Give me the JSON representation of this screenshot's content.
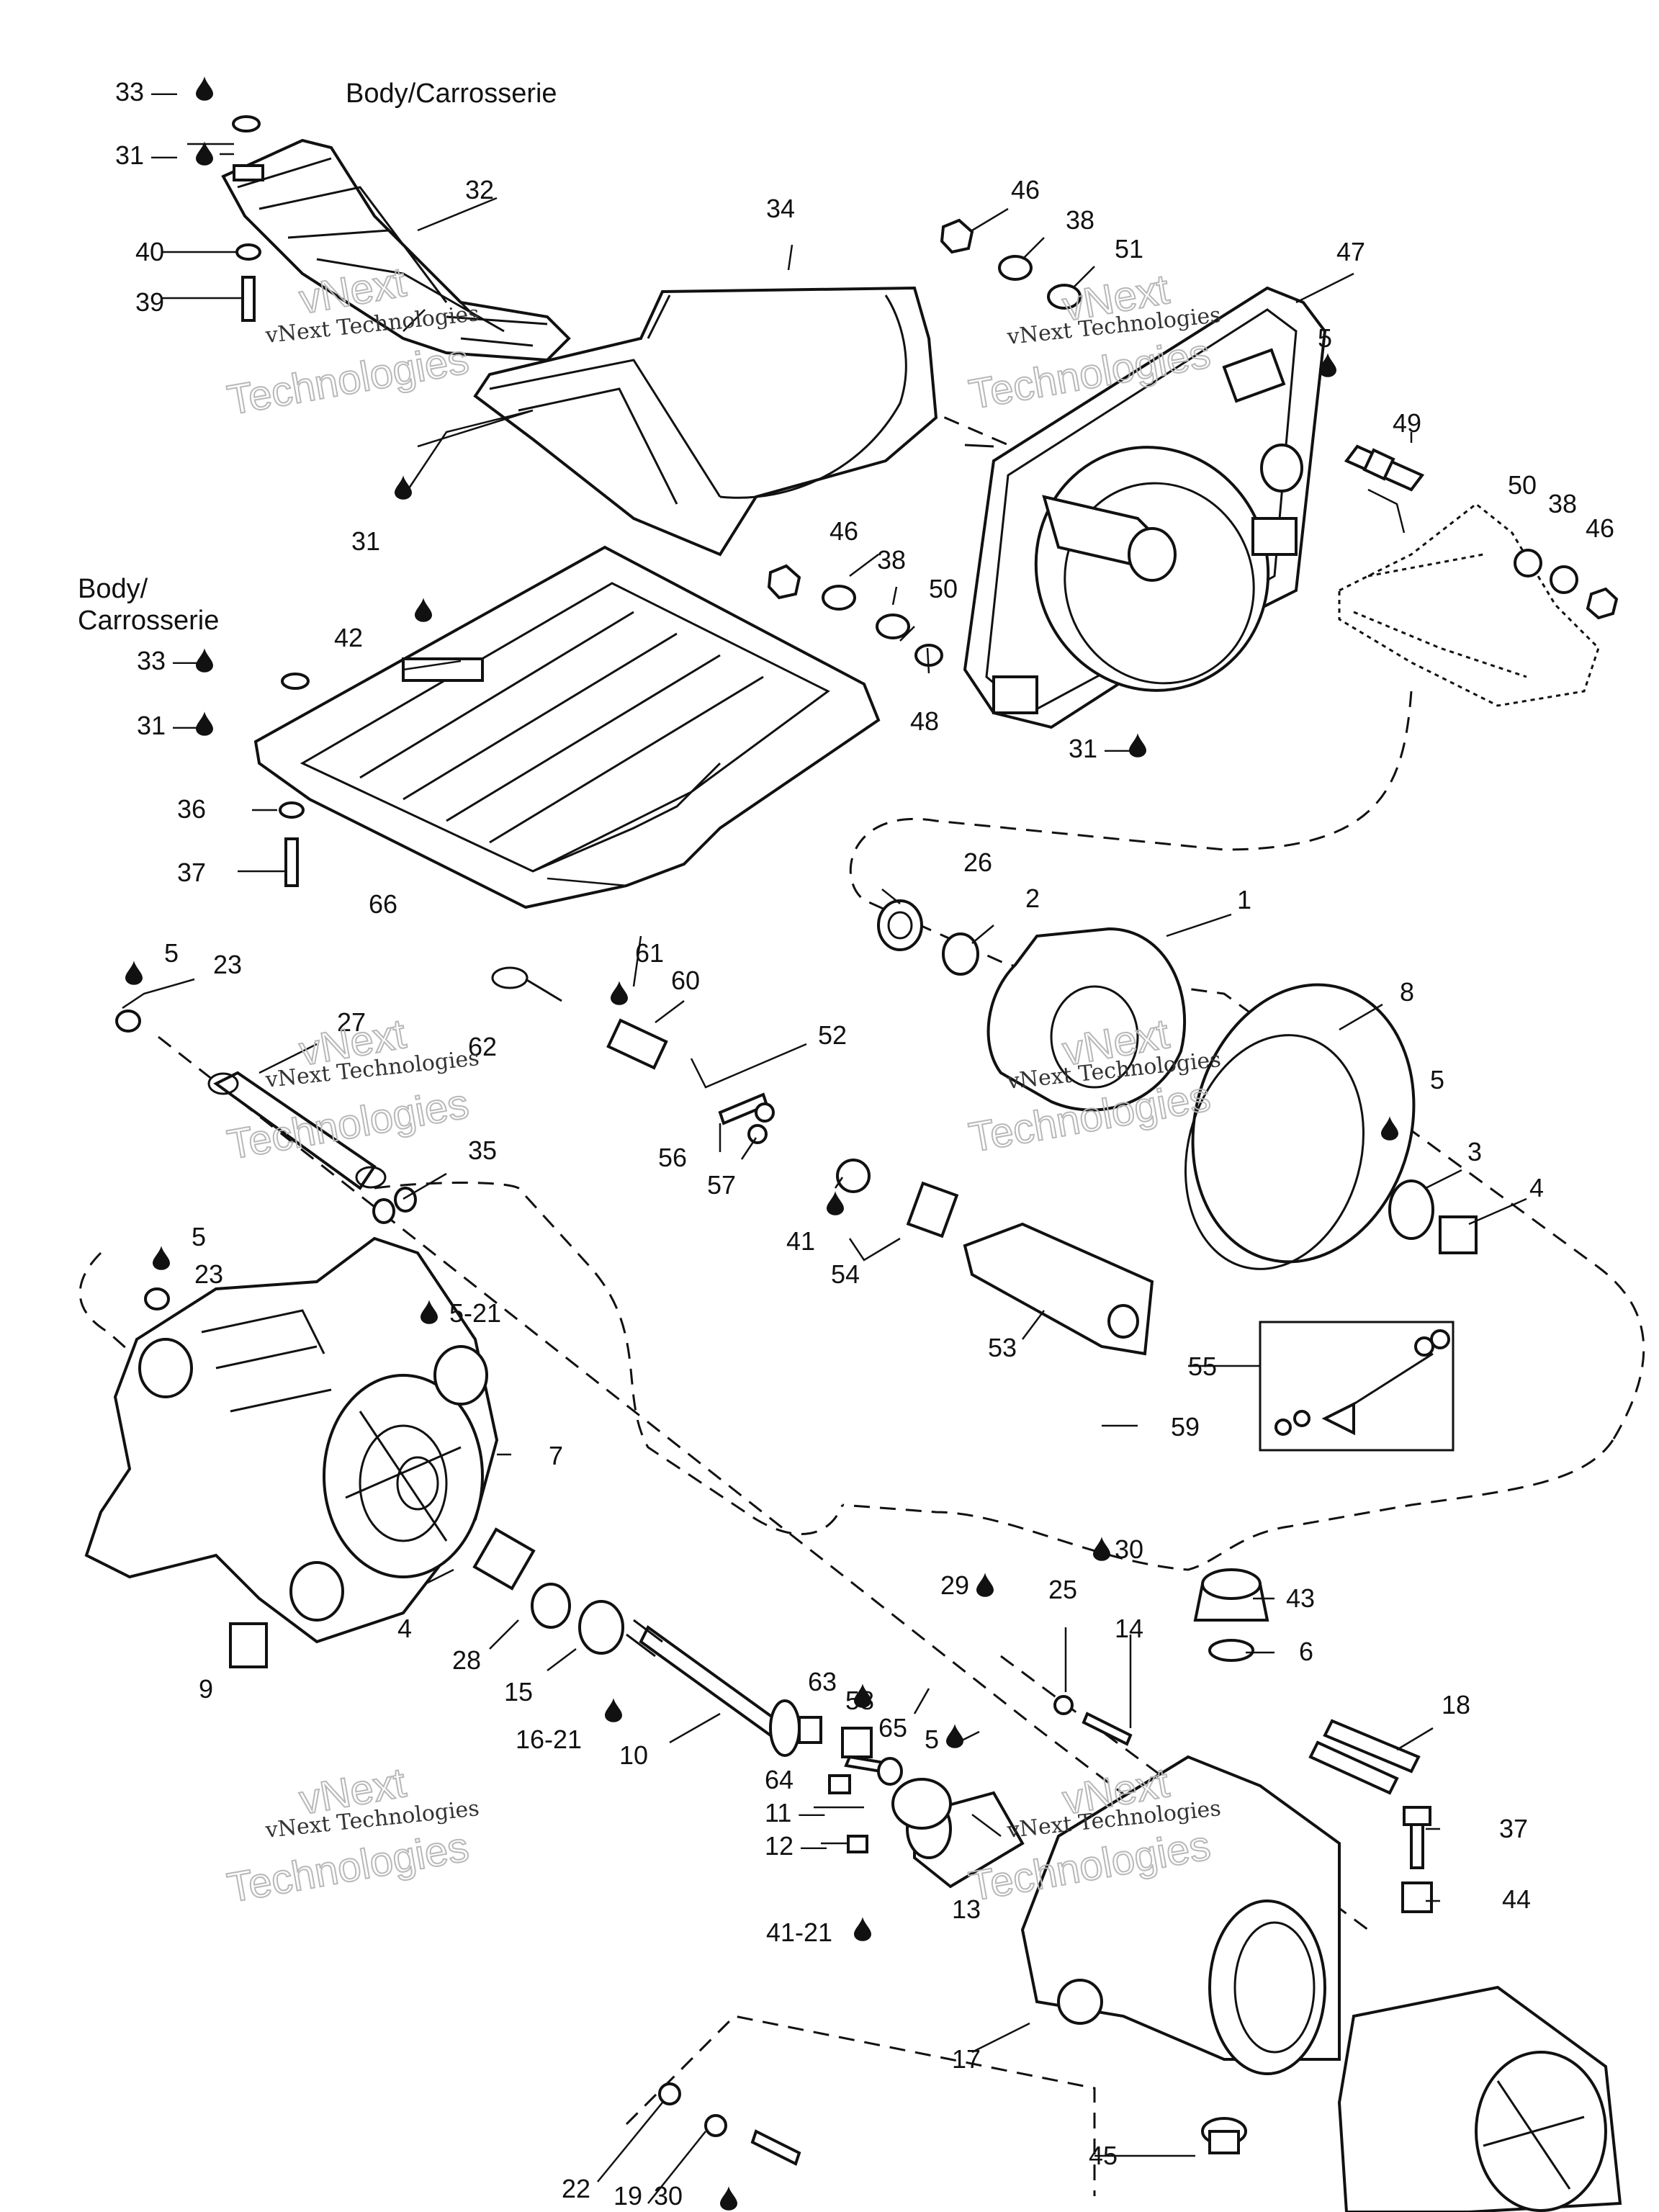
{
  "callouts": [
    {
      "id": "c33a",
      "text": "33 —"
    },
    {
      "id": "c31a",
      "text": "31 —"
    },
    {
      "id": "c32",
      "text": "32"
    },
    {
      "id": "c40",
      "text": "40"
    },
    {
      "id": "c39",
      "text": "39"
    },
    {
      "id": "c34",
      "text": "34"
    },
    {
      "id": "c46a",
      "text": "46"
    },
    {
      "id": "c38a",
      "text": "38"
    },
    {
      "id": "c51",
      "text": "51"
    },
    {
      "id": "c47",
      "text": "47"
    },
    {
      "id": "c5a",
      "text": "5"
    },
    {
      "id": "c49",
      "text": "49"
    },
    {
      "id": "c50a",
      "text": "50"
    },
    {
      "id": "c38b",
      "text": "38"
    },
    {
      "id": "c46b",
      "text": "46"
    },
    {
      "id": "c31b",
      "text": "31"
    },
    {
      "id": "c46c",
      "text": "46"
    },
    {
      "id": "c38c",
      "text": "38"
    },
    {
      "id": "c50b",
      "text": "50"
    },
    {
      "id": "c48",
      "text": "48"
    },
    {
      "id": "c31c",
      "text": "31 —"
    },
    {
      "id": "c42",
      "text": "42"
    },
    {
      "id": "c33b",
      "text": "33 —"
    },
    {
      "id": "c31d",
      "text": "31 —"
    },
    {
      "id": "c36",
      "text": "36"
    },
    {
      "id": "c37a",
      "text": "37"
    },
    {
      "id": "c66",
      "text": "66"
    },
    {
      "id": "c26",
      "text": "26"
    },
    {
      "id": "c2",
      "text": "2"
    },
    {
      "id": "c1",
      "text": "1"
    },
    {
      "id": "c8",
      "text": "8"
    },
    {
      "id": "c5b",
      "text": "5"
    },
    {
      "id": "c3",
      "text": "3"
    },
    {
      "id": "c4a",
      "text": "4"
    },
    {
      "id": "c5c",
      "text": "5"
    },
    {
      "id": "c23a",
      "text": "23"
    },
    {
      "id": "c27",
      "text": "27"
    },
    {
      "id": "c62",
      "text": "62"
    },
    {
      "id": "c61",
      "text": "61"
    },
    {
      "id": "c60",
      "text": "60"
    },
    {
      "id": "c52",
      "text": "52"
    },
    {
      "id": "c35",
      "text": "35"
    },
    {
      "id": "c56",
      "text": "56"
    },
    {
      "id": "c57",
      "text": "57"
    },
    {
      "id": "c41a",
      "text": "41"
    },
    {
      "id": "c54",
      "text": "54"
    },
    {
      "id": "c53",
      "text": "53"
    },
    {
      "id": "c55",
      "text": "55"
    },
    {
      "id": "c59",
      "text": "59"
    },
    {
      "id": "c5d",
      "text": "5"
    },
    {
      "id": "c23b",
      "text": "23"
    },
    {
      "id": "c521a",
      "text": "5-21"
    },
    {
      "id": "c7",
      "text": "7"
    },
    {
      "id": "c4b",
      "text": "4"
    },
    {
      "id": "c28",
      "text": "28"
    },
    {
      "id": "c15",
      "text": "15"
    },
    {
      "id": "c9",
      "text": "9"
    },
    {
      "id": "c1621",
      "text": "16-21"
    },
    {
      "id": "c10",
      "text": "10"
    },
    {
      "id": "c29",
      "text": "29"
    },
    {
      "id": "c30a",
      "text": "30"
    },
    {
      "id": "c25",
      "text": "25"
    },
    {
      "id": "c14",
      "text": "14"
    },
    {
      "id": "c43",
      "text": "43"
    },
    {
      "id": "c6",
      "text": "6"
    },
    {
      "id": "c63",
      "text": "63"
    },
    {
      "id": "c58",
      "text": "58"
    },
    {
      "id": "c65",
      "text": "65"
    },
    {
      "id": "c5e",
      "text": "5"
    },
    {
      "id": "c64",
      "text": "64"
    },
    {
      "id": "c11",
      "text": "11 —"
    },
    {
      "id": "c12",
      "text": "12 —"
    },
    {
      "id": "c13",
      "text": "13"
    },
    {
      "id": "c4121",
      "text": "41-21"
    },
    {
      "id": "c18",
      "text": "18"
    },
    {
      "id": "c37b",
      "text": "37"
    },
    {
      "id": "c44",
      "text": "44"
    },
    {
      "id": "c17",
      "text": "17"
    },
    {
      "id": "c22",
      "text": "22"
    },
    {
      "id": "c19",
      "text": "19"
    },
    {
      "id": "c30b",
      "text": "30"
    },
    {
      "id": "c45",
      "text": "45"
    }
  ],
  "notes": {
    "body_top": "Body/Carrosserie",
    "body_mid_1": "Body/",
    "body_mid_2": "Carrosserie"
  },
  "watermark": {
    "line1": "vNext",
    "line2": "vNext Technologies",
    "line3": "Technologies"
  },
  "icons": [
    "oil-drop-icon"
  ]
}
